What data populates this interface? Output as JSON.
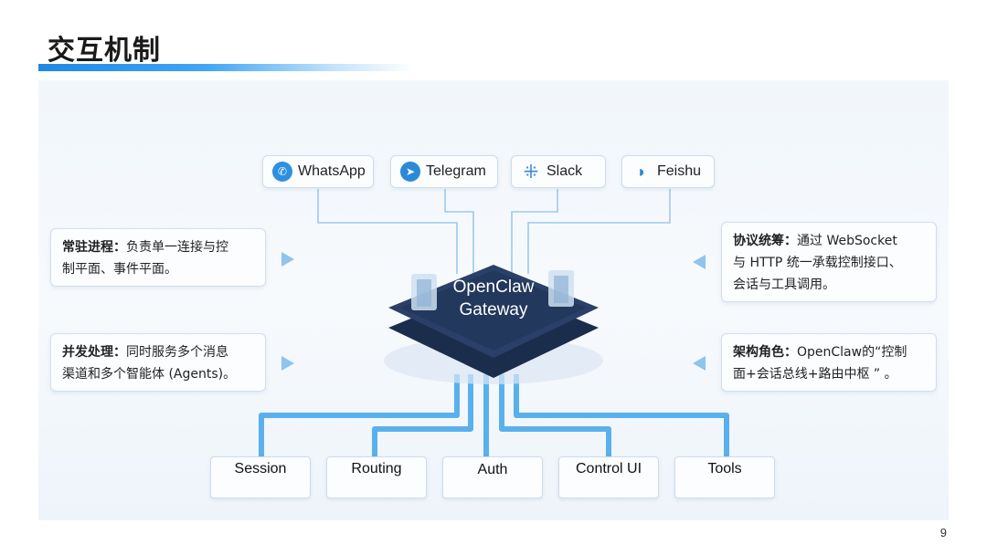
{
  "title": "交互机制",
  "channels": [
    {
      "label": "WhatsApp",
      "icon": "whatsapp-icon"
    },
    {
      "label": "Telegram",
      "icon": "telegram-icon"
    },
    {
      "label": "Slack",
      "icon": "slack-icon"
    },
    {
      "label": "Feishu",
      "icon": "feishu-icon"
    }
  ],
  "gateway": {
    "line1": "OpenClaw",
    "line2": "Gateway"
  },
  "left_notes": [
    {
      "heading": "常驻进程：",
      "text1": "负责单一连接与控",
      "text2": "制平面、事件平面。"
    },
    {
      "heading": "并发处理：",
      "text1": "同时服务多个消息",
      "text2": "渠道和多个智能体 (Agents)。"
    }
  ],
  "right_notes": [
    {
      "heading": "协议统筹：",
      "text1": "通过 WebSocket",
      "text2": "与 HTTP  统一承载控制接口、",
      "text3": "会话与工具调用。"
    },
    {
      "heading": "架构角色：",
      "text1": "OpenClaw的“控制",
      "text2": "面+会话总线+路由中枢 ” 。"
    }
  ],
  "modules": [
    {
      "label": "Session"
    },
    {
      "label": "Routing"
    },
    {
      "label": "Auth"
    },
    {
      "label": "Control UI"
    },
    {
      "label": "Tools"
    }
  ],
  "page_number": "9",
  "colors": {
    "accent": "#1e88e5",
    "wire": "#5ab0ec",
    "chip": "#1f3456"
  }
}
